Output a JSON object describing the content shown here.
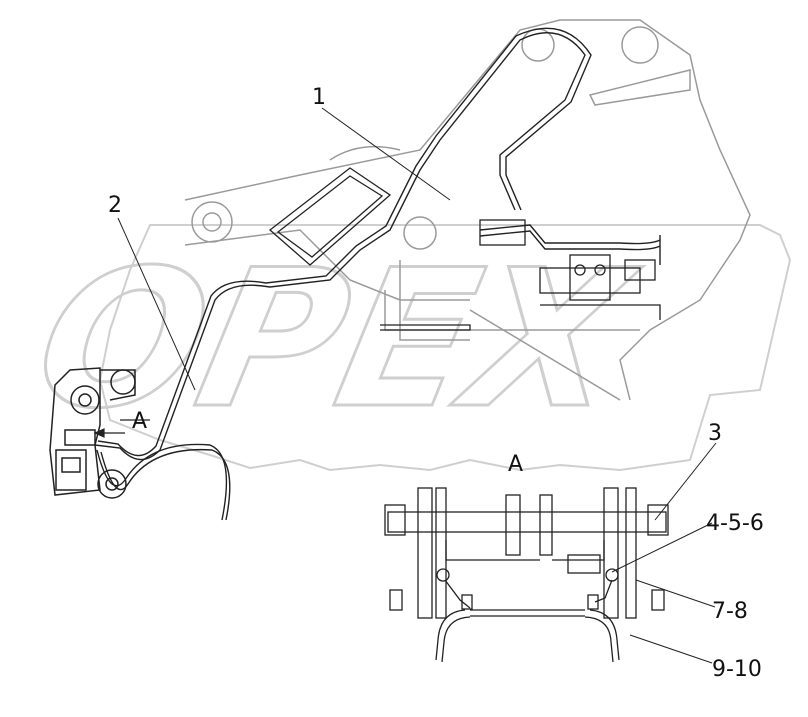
{
  "watermark": "OPEX",
  "view_label": "A",
  "arrow_label": "A",
  "callouts": [
    {
      "id": "c1",
      "text": "1"
    },
    {
      "id": "c2",
      "text": "2"
    },
    {
      "id": "c3",
      "text": "3"
    },
    {
      "id": "c456",
      "text": "4-5-6"
    },
    {
      "id": "c78",
      "text": "7-8"
    },
    {
      "id": "c910",
      "text": "9-10"
    }
  ],
  "colors": {
    "line": "#222222",
    "faint": "#b8b8b8",
    "watermark": "#d0d0d0"
  }
}
